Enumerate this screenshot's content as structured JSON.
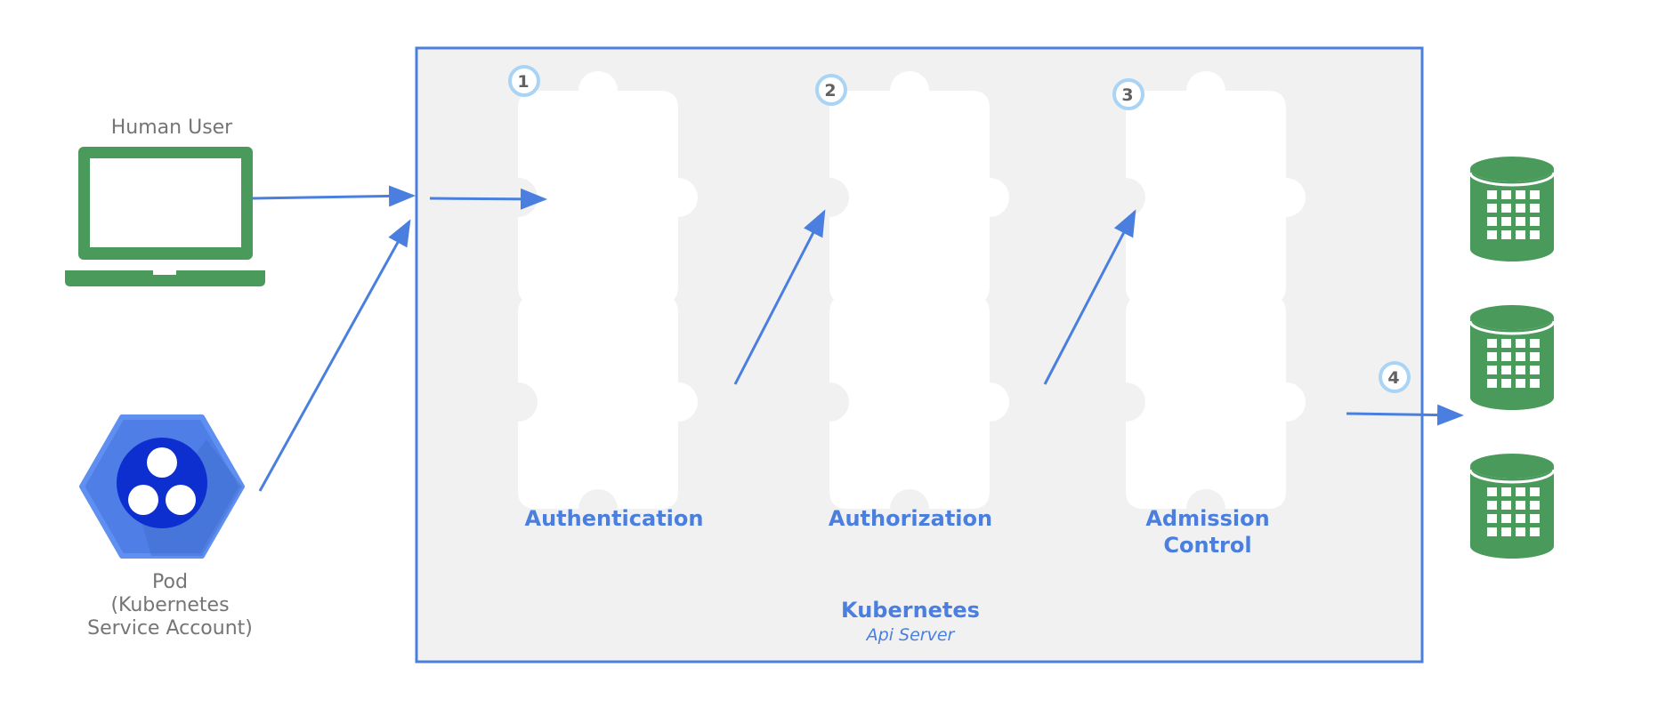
{
  "colors": {
    "accent_blue": "#4a7fe0",
    "device_green": "#4a9a5c",
    "step_circle": "#a9d4f5",
    "server_bg": "#f1f1f1",
    "label_gray": "#757575"
  },
  "clients": {
    "human": {
      "label": "Human User",
      "icon": "laptop-icon"
    },
    "pod": {
      "label_lines": [
        "Pod",
        "(Kubernetes",
        "Service Account)"
      ],
      "icon": "kubernetes-pod-icon"
    }
  },
  "stages": [
    {
      "step": "1",
      "label_lines": [
        "Authentication"
      ],
      "icon": "puzzle-piece-icon"
    },
    {
      "step": "2",
      "label_lines": [
        "Authorization"
      ],
      "icon": "puzzle-piece-icon"
    },
    {
      "step": "3",
      "label_lines": [
        "Admission",
        "Control"
      ],
      "icon": "puzzle-piece-icon"
    }
  ],
  "server": {
    "title": "Kubernetes",
    "subtitle": "Api Server"
  },
  "storage": {
    "step": "4",
    "icon": "database-icon",
    "count": 3
  }
}
